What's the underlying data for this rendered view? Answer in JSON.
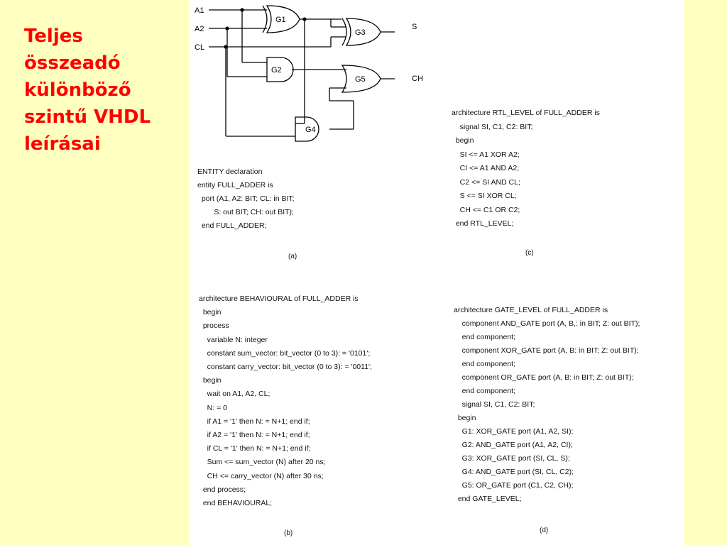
{
  "slide": {
    "title": "Teljes\nösszeadó\nkülönböző\nszintű VHDL\nleírásai",
    "colors": {
      "background": "#FFFFC0",
      "title": "#FF0000",
      "sheet": "#FFFFFF"
    }
  },
  "schematic": {
    "inputs": [
      "A1",
      "A2",
      "CL"
    ],
    "outputs": [
      "S",
      "CH"
    ],
    "gates": [
      {
        "id": "G1",
        "label": "G1",
        "kind": "xor-icon"
      },
      {
        "id": "G2",
        "label": "G2",
        "kind": "and-icon"
      },
      {
        "id": "G3",
        "label": "G3",
        "kind": "xor-icon"
      },
      {
        "id": "G4",
        "label": "G4",
        "kind": "and-icon"
      },
      {
        "id": "G5",
        "label": "G5",
        "kind": "or-icon"
      }
    ]
  },
  "panels": {
    "a": {
      "caption": "(a)",
      "lines": [
        "ENTITY declaration",
        "entity FULL_ADDER is",
        "  port (A1, A2: BIT; CL: in BIT;",
        "        S: out BIT; CH: out BIT);",
        "  end FULL_ADDER;"
      ]
    },
    "c": {
      "caption": "(c)",
      "lines": [
        "architecture RTL_LEVEL of FULL_ADDER is",
        "    signal SI, C1, C2: BIT;",
        "  begin",
        "    SI <= A1 XOR A2;",
        "    CI <= A1 AND A2;",
        "    C2 <= SI AND CL;",
        "    S <= SI XOR CL;",
        "    CH <= C1 OR C2;",
        "  end RTL_LEVEL;"
      ]
    },
    "b": {
      "caption": "(b)",
      "lines": [
        "architecture BEHAVIOURAL of FULL_ADDER is",
        "  begin",
        "  process",
        "    variable N: integer",
        "    constant sum_vector: bit_vector (0 to 3): = '0101';",
        "    constant carry_vector: bit_vector (0 to 3): = '0011';",
        "  begin",
        "    wait on A1, A2, CL;",
        "    N: = 0",
        "    if A1 = '1' then N: = N+1; end if;",
        "    if A2 = '1' then N: = N+1; end if;",
        "    if CL = '1' then N: = N+1; end if;",
        "    Sum <= sum_vector (N) after 20 ns;",
        "    CH <= carry_vector (N) after 30 ns;",
        "  end process;",
        "  end BEHAVIOURAL;"
      ]
    },
    "d": {
      "caption": "(d)",
      "lines": [
        "architecture GATE_LEVEL of FULL_ADDER is",
        "    component AND_GATE port (A, B,: in BIT; Z: out BIT);",
        "    end component;",
        "    component XOR_GATE port (A, B: in BIT; Z: out BIT);",
        "    end component;",
        "    component OR_GATE port (A, B: in BIT; Z: out BIT);",
        "    end component;",
        "    signal SI, C1, C2: BIT;",
        "  begin",
        "    G1: XOR_GATE port (A1, A2, SI);",
        "    G2: AND_GATE port (A1, A2, CI);",
        "    G3: XOR_GATE port (SI, CL, S);",
        "    G4: AND_GATE port (SI, CL, C2);",
        "    G5: OR_GATE port (C1, C2, CH);",
        "  end GATE_LEVEL;"
      ]
    }
  }
}
